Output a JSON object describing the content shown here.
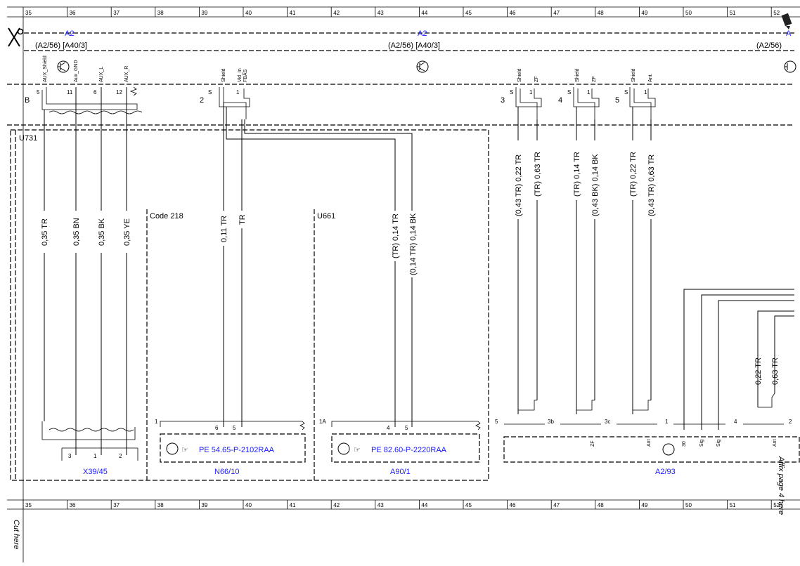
{
  "grid": {
    "columns": [
      "35",
      "36",
      "37",
      "38",
      "39",
      "40",
      "41",
      "42",
      "43",
      "44",
      "45",
      "46",
      "47",
      "48",
      "49",
      "50",
      "51",
      "52"
    ]
  },
  "header": {
    "module_a": "A2",
    "module_b": "A2",
    "module_c": "A",
    "ref_a": "(A2/56)  [A40/3]",
    "ref_b": "(A2/56)  [A40/3]",
    "ref_c": "(A2/56)"
  },
  "pins_top": {
    "aux_shield": "AUX_Shield",
    "aux_gnd": "Aux_GND",
    "aux_l": "AUX_L",
    "aux_r": "AUX_R",
    "shield_a": "Shield",
    "vid_in": "Vid_In",
    "fbas": "FBAS",
    "shield_b": "Shield",
    "zf_b": "ZF",
    "shield_c": "Shield",
    "zf_c": "ZF",
    "shield_d": "Shield",
    "ant_d": "Ant."
  },
  "connector_numbers": {
    "b_label": "B",
    "n5": "5",
    "n11": "11",
    "n6": "6",
    "n12": "12",
    "c2": "2",
    "c3": "3",
    "c4": "4",
    "c5": "5",
    "s": "S",
    "one": "1"
  },
  "zones": {
    "u731": "U731",
    "code218": "Code 218",
    "u661": "U661"
  },
  "wires": {
    "w1": "0,35 TR",
    "w2": "0,35 BN",
    "w3": "0,35 BK",
    "w4": "0,35 YE",
    "w5": "0,11 TR",
    "w6": "TR",
    "w7": "(TR) 0,14 TR",
    "w8": "(0,14 TR) 0,14 BK",
    "w9": "(0,43 TR) 0,22 TR",
    "w10": "(TR) 0,63 TR",
    "w11": "(TR) 0,14 TR",
    "w12": "(0,43 BK) 0,14 BK",
    "w13": "(TR) 0,22 TR",
    "w14": "(0,43 TR) 0,63 TR",
    "w15": "0,22 TR",
    "w16": "0,63 TR"
  },
  "bottom": {
    "x3945_pins": [
      "3",
      "1",
      "2"
    ],
    "x3945": "X39/45",
    "n6610_pins": [
      "1",
      "6",
      "5"
    ],
    "n6610_ref": "PE 54.65-P-2102RAA",
    "n6610": "N66/10",
    "a901_pins": [
      "1A",
      "4",
      "5"
    ],
    "a901_ref": "PE 82.60-P-2220RAA",
    "a901": "A90/1",
    "a293_nums": [
      "5",
      "3b",
      "3c",
      "1",
      "4",
      "2"
    ],
    "a293_pins": [
      "30",
      "Sig",
      "Sig",
      "Ant",
      "Ant",
      "ZF"
    ],
    "a293": "A2/93"
  },
  "margin": {
    "cut_here": "Cut here",
    "affix": "Affix page 4 here"
  }
}
